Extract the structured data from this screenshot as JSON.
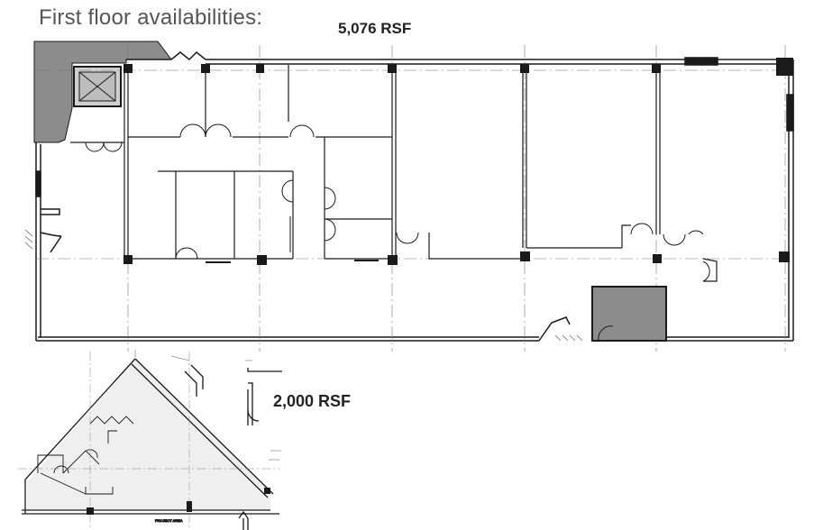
{
  "heading": "First floor availabilities:",
  "main_plan": {
    "area_label": "5,076 RSF"
  },
  "secondary_plan": {
    "area_label": "2,000 RSF",
    "annotation_label": "PROJECT AREA"
  },
  "colors": {
    "wall": "#1a1a1a",
    "shaded_area": "#8c8c8c",
    "heading_text": "#555555",
    "label_text": "#222222"
  }
}
